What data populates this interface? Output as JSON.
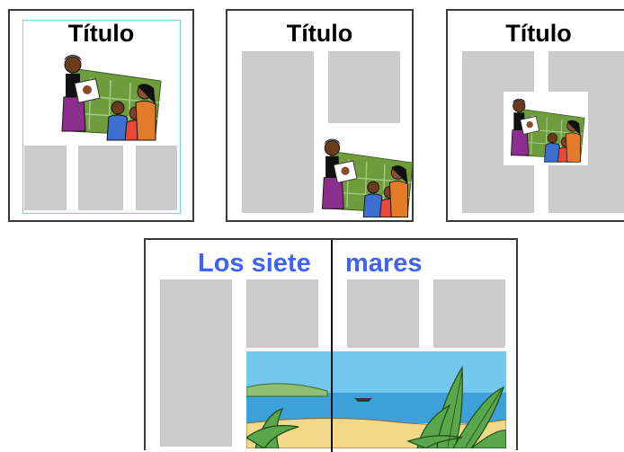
{
  "layouts": [
    {
      "title": "Título"
    },
    {
      "title": "Título"
    },
    {
      "title": "Título"
    }
  ],
  "spread": {
    "title_left": "Los siete",
    "title_right": "mares"
  },
  "colors": {
    "frame": "#3a3a3a",
    "column": "#cbcbcb",
    "spread_title": "#3f63f2",
    "guide": "#6fd6d6"
  },
  "icons": [
    "teacher-students-clipart",
    "beach-sea-clipart"
  ]
}
